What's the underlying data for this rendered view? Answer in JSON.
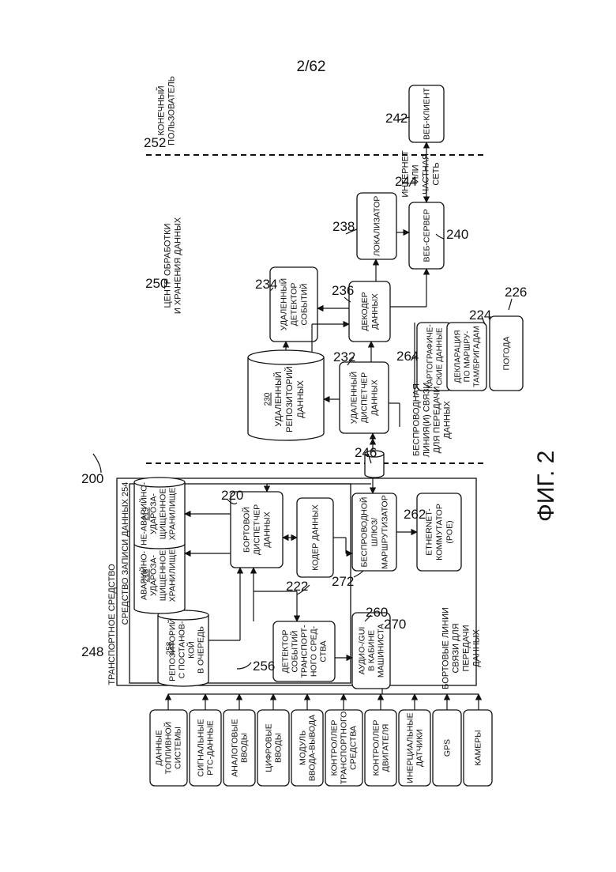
{
  "page_number": "2/62",
  "figure_label": "ФИГ. 2",
  "refs": {
    "system": "200",
    "vehicle": "248",
    "center": "250",
    "end_user": "252",
    "recorder": "254",
    "queue_repo": "258",
    "crash_store": "218",
    "noncrash_store": "219",
    "data_manager": "220",
    "encoder": "222",
    "event_detector": "256",
    "gui": "260",
    "ethernet": "262",
    "gateway": "272",
    "onboard_link": "270",
    "antenna": "246",
    "remote_repo": "230",
    "remote_manager": "232",
    "remote_detector": "234",
    "decoder": "236",
    "localizer": "238",
    "web_server": "240",
    "web_client": "242",
    "internet": "244",
    "maps": "264",
    "route": "224",
    "weather": "226"
  },
  "labels": {
    "vehicle": "ТРАНСПОРТНОЕ СРЕДСТВО",
    "recorder": "СРЕДСТВО ЗАПИСИ ДАННЫХ",
    "center_l1": "ЦЕНТР ОБРАБОТКИ",
    "center_l2": "И ХРАНЕНИЯ ДАННЫХ",
    "end_user_l1": "КОНЕЧНЫЙ",
    "end_user_l2": "ПОЛЬЗОВАТЕЛЬ",
    "wireless_l1": "БЕСПРОВОДНАЯ",
    "wireless_l2": "ЛИНИЯ(И) СВЯЗИ",
    "wireless_l3": "ДЛЯ ПЕРЕДАЧИ",
    "wireless_l4": "ДАННЫХ",
    "onboard_l1": "БОРТОВЫЕ ЛИНИИ",
    "onboard_l2": "СВЯЗИ ДЛЯ",
    "onboard_l3": "ПЕРЕДАЧИ",
    "onboard_l4": "ДАННЫХ",
    "internet_l1": "ИНТЕРНЕТ",
    "internet_l2": "ИЛИ",
    "internet_l3": "ЧАСТНАЯ",
    "internet_l4": "СЕТЬ"
  },
  "inputs": [
    [
      "ДАННЫЕ",
      "ТОПЛИВНОЙ",
      "СИСТЕМЫ"
    ],
    [
      "СИГНАЛЬНЫЕ",
      "РТС-ДАННЫЕ"
    ],
    [
      "АНАЛОГОВЫЕ",
      "ВВОДЫ"
    ],
    [
      "ЦИФРОВЫЕ",
      "ВВОДЫ"
    ],
    [
      "МОДУЛЬ",
      "ВВОДА-ВЫВОДА"
    ],
    [
      "КОНТРОЛЛЕР",
      "ТРАНСПОРТНОГО",
      "СРЕДСТВА"
    ],
    [
      "КОНТРОЛЛЕР",
      "ДВИГАТЕЛЯ"
    ],
    [
      "ИНЕРЦИАЛЬНЫЕ",
      "ДАТЧИКИ"
    ],
    [
      "GPS"
    ],
    [
      "КАМЕРЫ"
    ]
  ],
  "blocks": {
    "queue_repo": [
      "РЕПОЗИТОРИЙ",
      "С ПОСТАНОВ-",
      "КОЙ",
      "В ОЧЕРЕДЬ"
    ],
    "crash_store": [
      "АВАРИЙНО-",
      "УДАРОЗА-",
      "ЩИЩЕННОЕ",
      "ХРАНИЛИЩЕ"
    ],
    "noncrash_store": [
      "НЕ-АВАРИЙНО-",
      "УДАРОЗА-",
      "ЩИЩЕННОЕ",
      "ХРАНИЛИЩЕ"
    ],
    "data_manager": [
      "БОРТОВОЙ",
      "ДИСПЕТЧЕР",
      "ДАННЫХ"
    ],
    "encoder": [
      "КОДЕР ДАННЫХ"
    ],
    "event_detector": [
      "ДЕТЕКТОР",
      "СОБЫТИЙ",
      "ТРАНСПОРТ-",
      "НОГО СРЕД-",
      "СТВА"
    ],
    "gui": [
      "АУДИО-/GUI",
      "В КАБИНЕ",
      "МАШИНИСТА"
    ],
    "gateway": [
      "БЕСПРОВОДНОЙ",
      "ШЛЮЗ/",
      "МАРШРУТИЗАТОР"
    ],
    "ethernet": [
      "ETHERNET-",
      "КОММУТАТОР",
      "(POE)"
    ],
    "remote_repo": [
      "УДАЛЕННЫЙ",
      "РЕПОЗИТОРИЙ",
      "ДАННЫХ"
    ],
    "remote_manager": [
      "УДАЛЕННЫЙ",
      "ДИСПЕТЧЕР",
      "ДАННЫХ"
    ],
    "remote_detector": [
      "УДАЛЕННЫЙ",
      "ДЕТЕКТОР",
      "СОБЫТИЙ"
    ],
    "decoder": [
      "ДЕКОДЕР",
      "ДАННЫХ"
    ],
    "localizer": [
      "ЛОКАЛИЗАТОР"
    ],
    "web_server": [
      "ВЕБ-СЕРВЕР"
    ],
    "web_client": [
      "ВЕБ-КЛИЕНТ"
    ],
    "maps": [
      "КАРТОГРАФИЧЕ-",
      "СКИЕ ДАННЫЕ"
    ],
    "route": [
      "ДЕКЛАРАЦИЯ",
      "ПО МАРШРУ-",
      "ТАМ/БРИГАДАМ"
    ],
    "weather": [
      "ПОГОДА"
    ]
  }
}
